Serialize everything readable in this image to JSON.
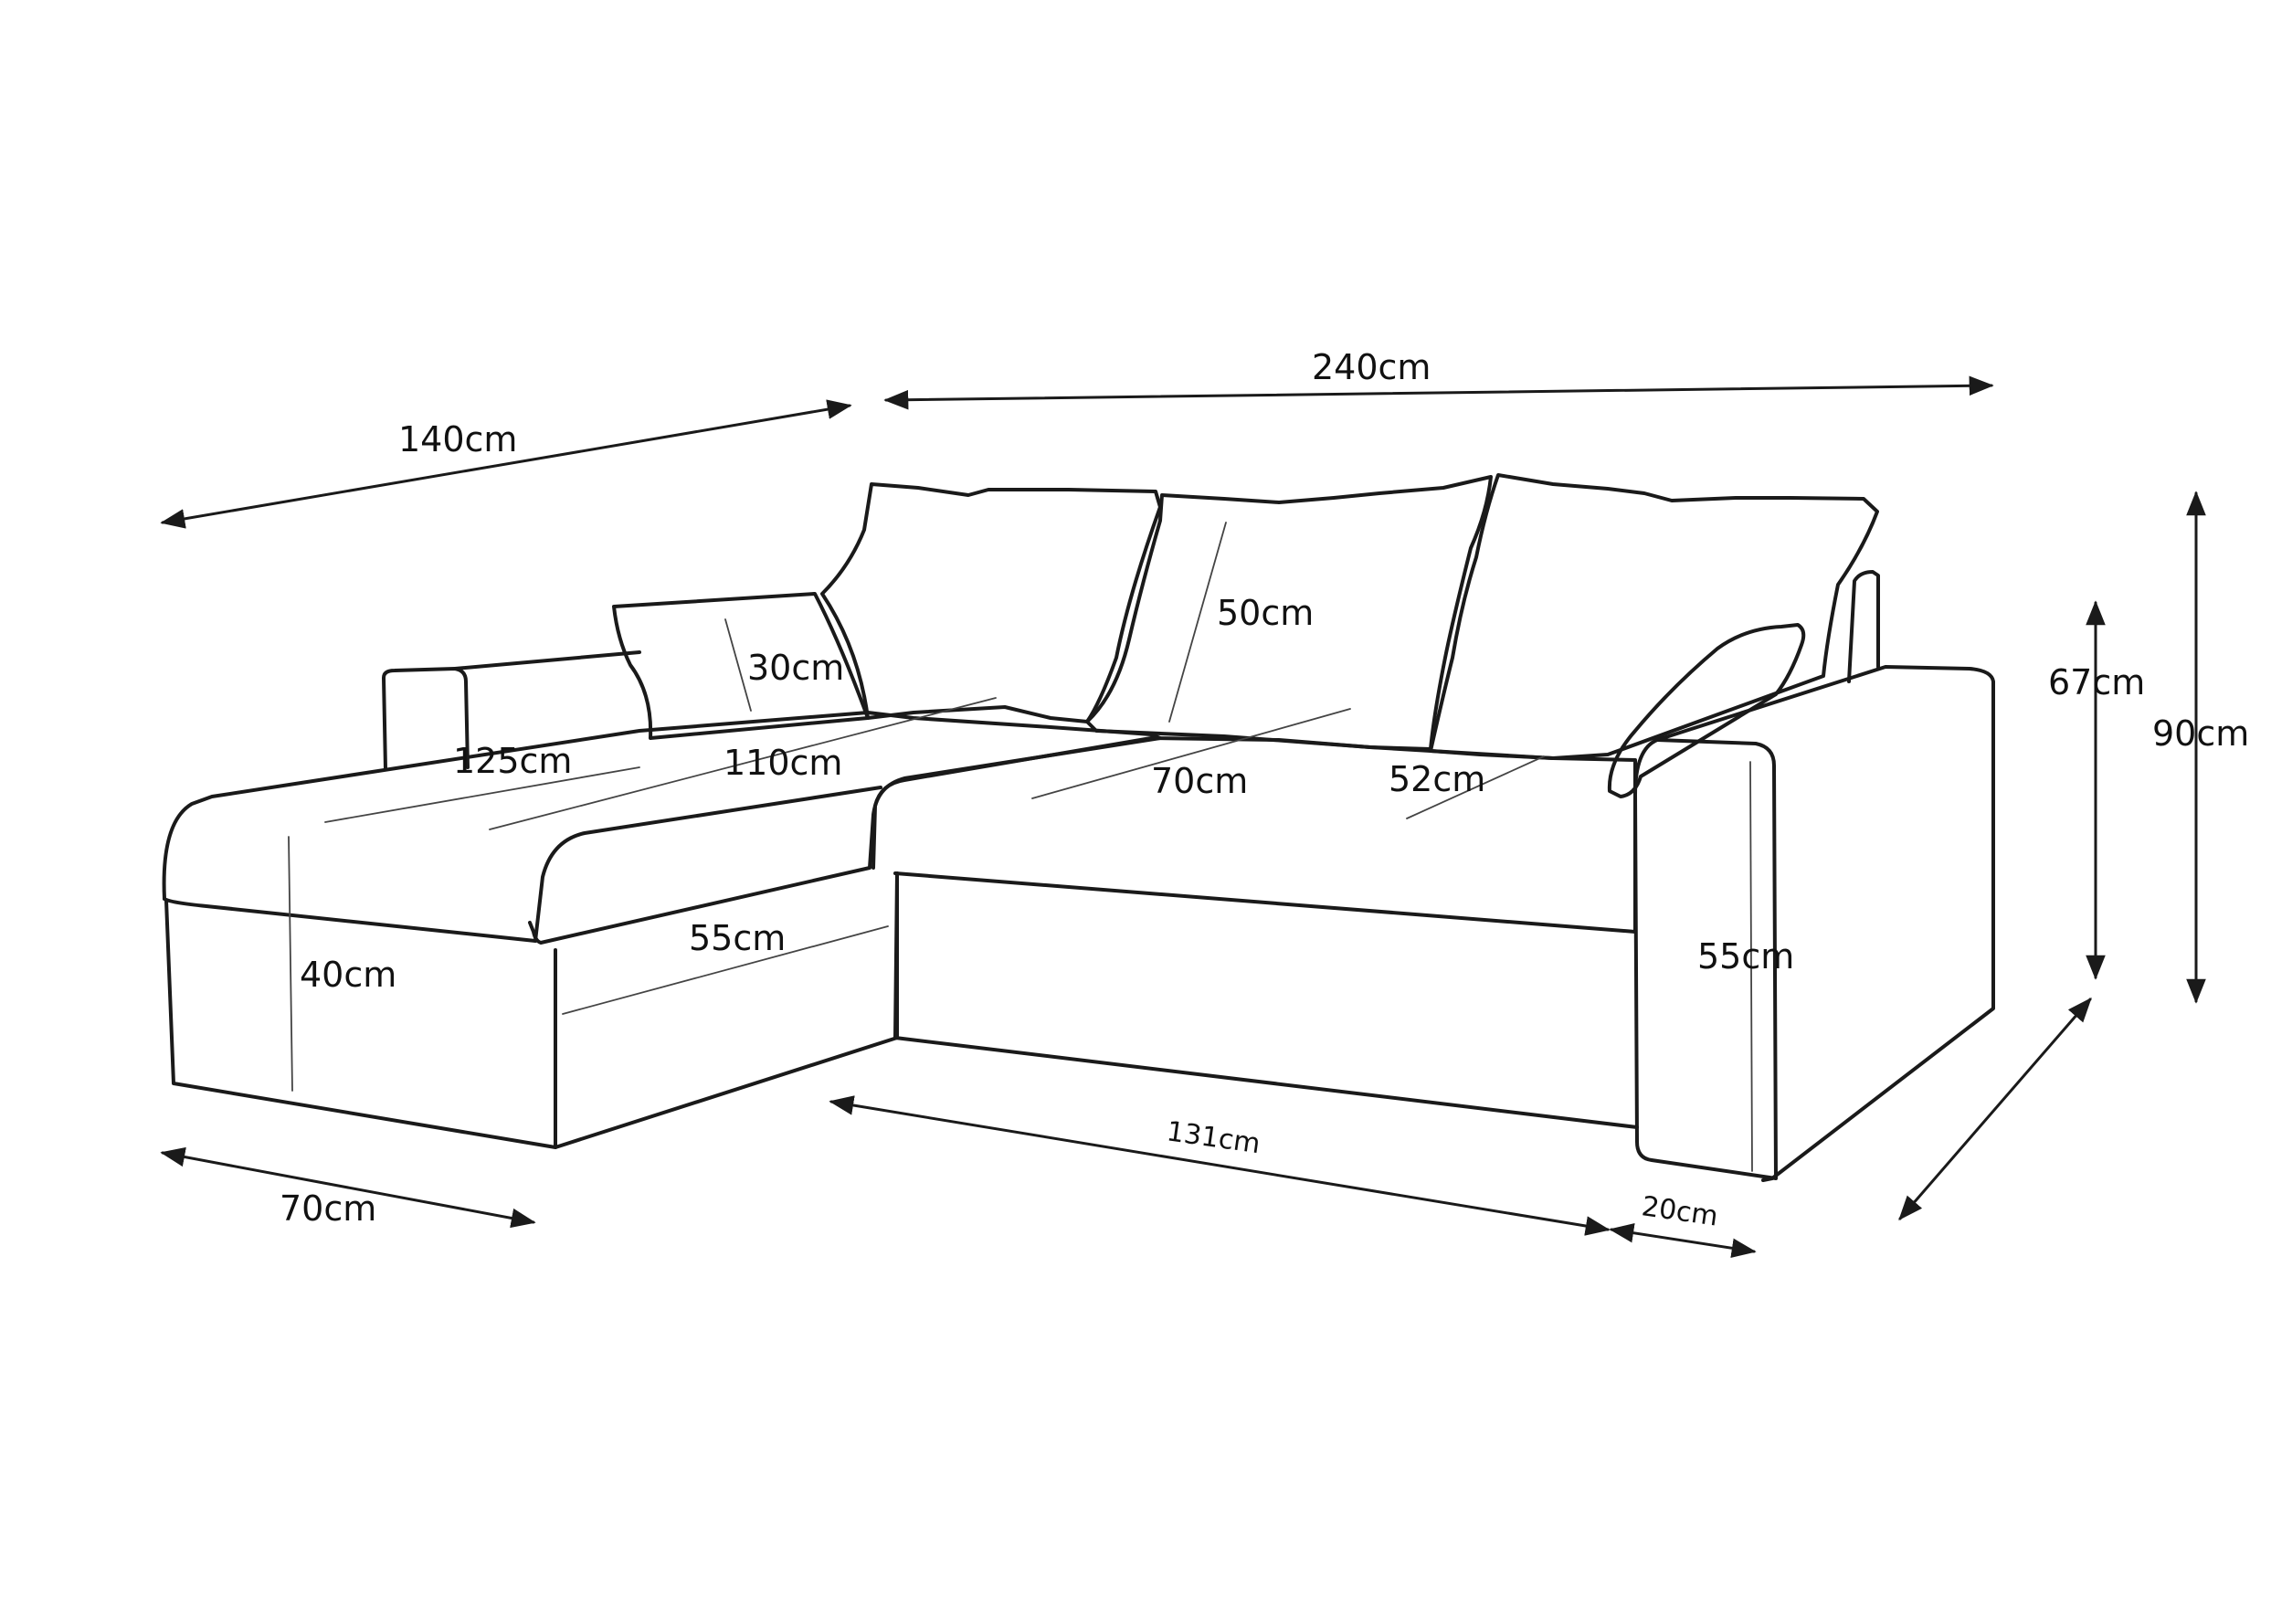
{
  "dimensions": {
    "overall_width": "240cm",
    "chaise_length": "140cm",
    "backrest_height": "90cm",
    "armrest_height": "67cm",
    "seat_height_right": "55cm",
    "chaise_seat_length": "125cm",
    "chaise_cushion_length": "110cm",
    "seat_depth_left": "55cm",
    "seat_front_height": "40cm",
    "chaise_width": "70cm",
    "seat_depth_main": "70cm",
    "sleeping_area_width": "131cm",
    "armrest_width": "20cm",
    "back_cushion_height": "50cm",
    "pillow_height": "30cm",
    "main_seat_depth": "52cm"
  },
  "colors": {
    "line": "#1a1a1a",
    "background": "#ffffff"
  }
}
